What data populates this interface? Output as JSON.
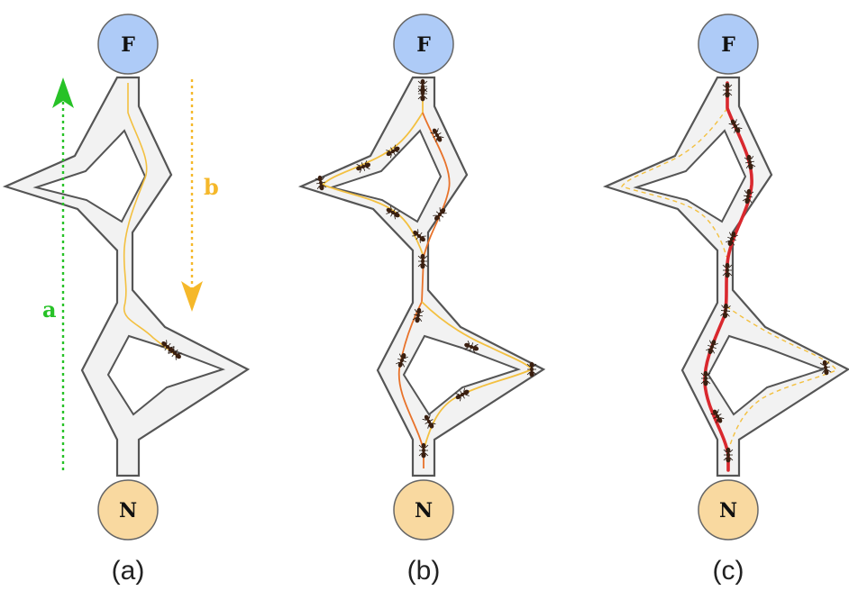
{
  "panels": [
    {
      "label": "(a)",
      "food_label": "F",
      "nest_label": "N",
      "trail": "exploration",
      "arrow_a_label": "a",
      "arrow_b_label": "b"
    },
    {
      "label": "(b)",
      "food_label": "F",
      "nest_label": "N",
      "trail": "pheromone-both-branches"
    },
    {
      "label": "(c)",
      "food_label": "F",
      "nest_label": "N",
      "trail": "shortest-path-reinforced"
    }
  ],
  "colors": {
    "food_fill": "#aecbf7",
    "nest_fill": "#f9d9a0",
    "corridor_fill": "#f2f2f2",
    "corridor_stroke": "#555555",
    "arrow_a": "#27c227",
    "arrow_b": "#f5b82a",
    "trail_light": "#f3c040",
    "trail_medium": "#e8722a",
    "trail_strong": "#d9282e",
    "ant": "#3a1f10"
  }
}
